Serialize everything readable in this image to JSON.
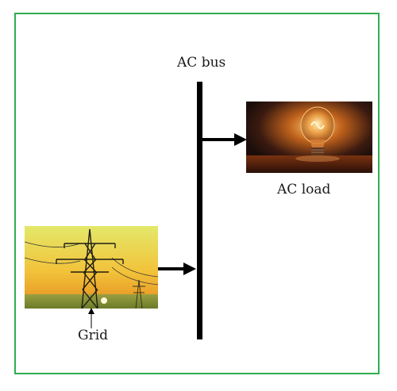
{
  "diagram": {
    "bus_label": "AC bus",
    "load_label": "AC load",
    "grid_label": "Grid",
    "colors": {
      "frame": "#2eae4f",
      "line": "#000000"
    },
    "images": {
      "load": "light-bulb-photo",
      "grid": "power-pylon-sunset-photo"
    }
  }
}
